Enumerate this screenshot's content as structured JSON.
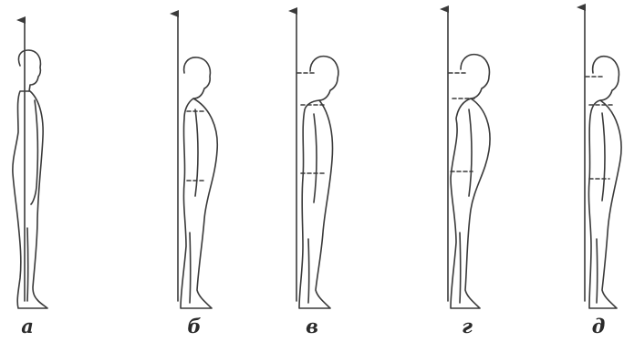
{
  "figure": {
    "figures": [
      {
        "id": "a",
        "label": "а"
      },
      {
        "id": "b",
        "label": "б"
      },
      {
        "id": "v",
        "label": "в"
      },
      {
        "id": "g",
        "label": "г"
      },
      {
        "id": "d",
        "label": "д"
      }
    ],
    "colors": {
      "ink": "#3a3a3a",
      "background": "#ffffff"
    }
  }
}
